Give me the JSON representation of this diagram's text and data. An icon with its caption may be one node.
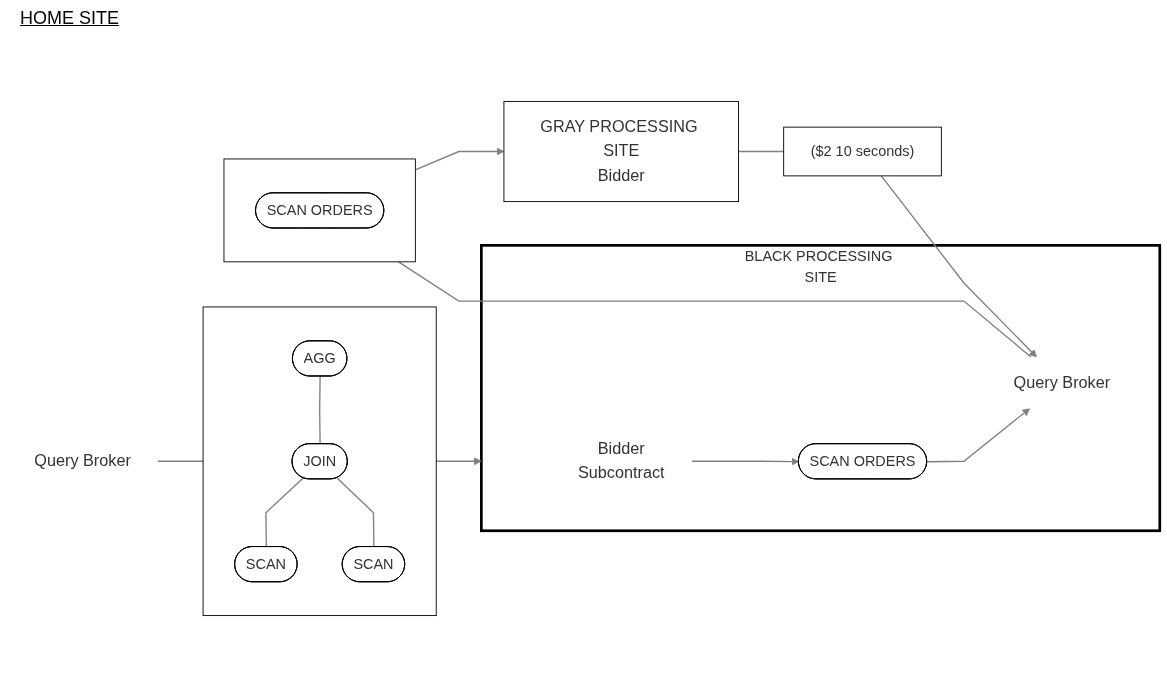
{
  "diagram": {
    "nodes": [
      {
        "text": [
          "Query Broker"
        ]
      },
      {
        "text": [],
        "shape": "box"
      },
      {
        "text": [
          "AGG"
        ],
        "in": 1
      },
      {
        "text": [
          "JOIN"
        ],
        "in": 1
      },
      {
        "text": [
          "SCAN"
        ],
        "in": 1
      },
      {
        "text": [
          "SCAN"
        ],
        "in": 1
      },
      {
        "text": [
          "BLACK PROCESSING SITE"
        ]
      },
      {
        "text": [
          "Bidder",
          "Subcontract"
        ],
        "in": 6
      },
      {
        "text": [
          "SCAN ORDERS"
        ],
        "in": 6
      },
      {
        "text": [
          "Query Broker"
        ],
        "in": 6
      },
      {
        "text": [],
        "shape": "box"
      },
      {
        "text": [
          "SCAN ORDERS"
        ],
        "in": 10
      },
      {
        "text": [
          "($2  10 seconds)"
        ]
      },
      {
        "text": [
          "GRAY PROCESSING SITE",
          "Bidder"
        ]
      }
    ],
    "edges": [
      {
        "from": 0,
        "to": 1,
        "arrow": "none"
      },
      {
        "from": 1,
        "to": 6,
        "arrow": "to"
      },
      {
        "from": 2,
        "to": 3,
        "arrow": "none"
      },
      {
        "from": 3,
        "to": 4,
        "arrow": "none"
      },
      {
        "from": 3,
        "to": 5,
        "arrow": "none"
      },
      {
        "from": 7,
        "to": 8,
        "arrow": "to"
      },
      {
        "from": 8,
        "to": 9,
        "arrow": "to"
      },
      {
        "from": 9,
        "to": 10,
        "arrow": "none"
      },
      {
        "from": 10,
        "to": 13,
        "arrow": "to"
      },
      {
        "from": 13,
        "to": 12,
        "arrow": "none"
      },
      {
        "from": 12,
        "to": 9,
        "arrow": "to"
      }
    ],
    "labels": [
      "HOME SITE"
    ]
  }
}
